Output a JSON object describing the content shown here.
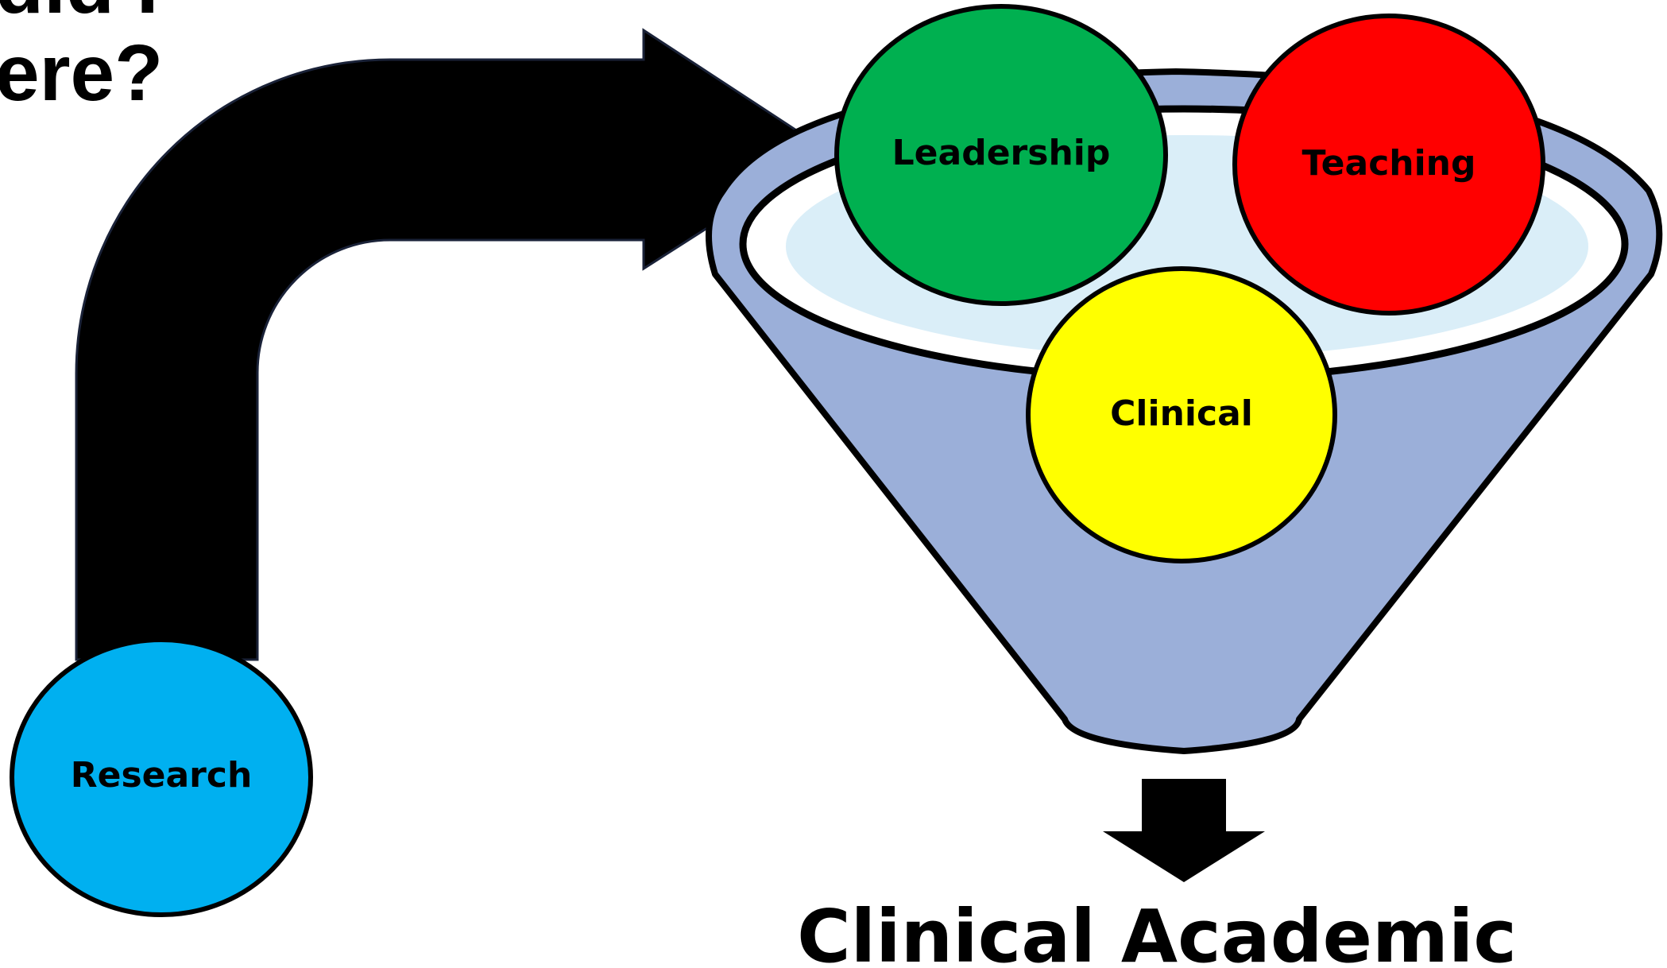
{
  "title": {
    "line_1": "did I",
    "line_2": "ere?"
  },
  "nodes": {
    "research": "Research",
    "leadership": "Leadership",
    "teaching": "Teaching",
    "clinical": "Clinical"
  },
  "result": "Clinical Academic",
  "colors": {
    "research": "#00B0F0",
    "leadership": "#00B050",
    "teaching": "#FF0000",
    "clinical": "#FFFF00",
    "funnel": "#9BAFD9",
    "funnel_liquid": "#DAEEF8",
    "arrow": "#000000"
  }
}
